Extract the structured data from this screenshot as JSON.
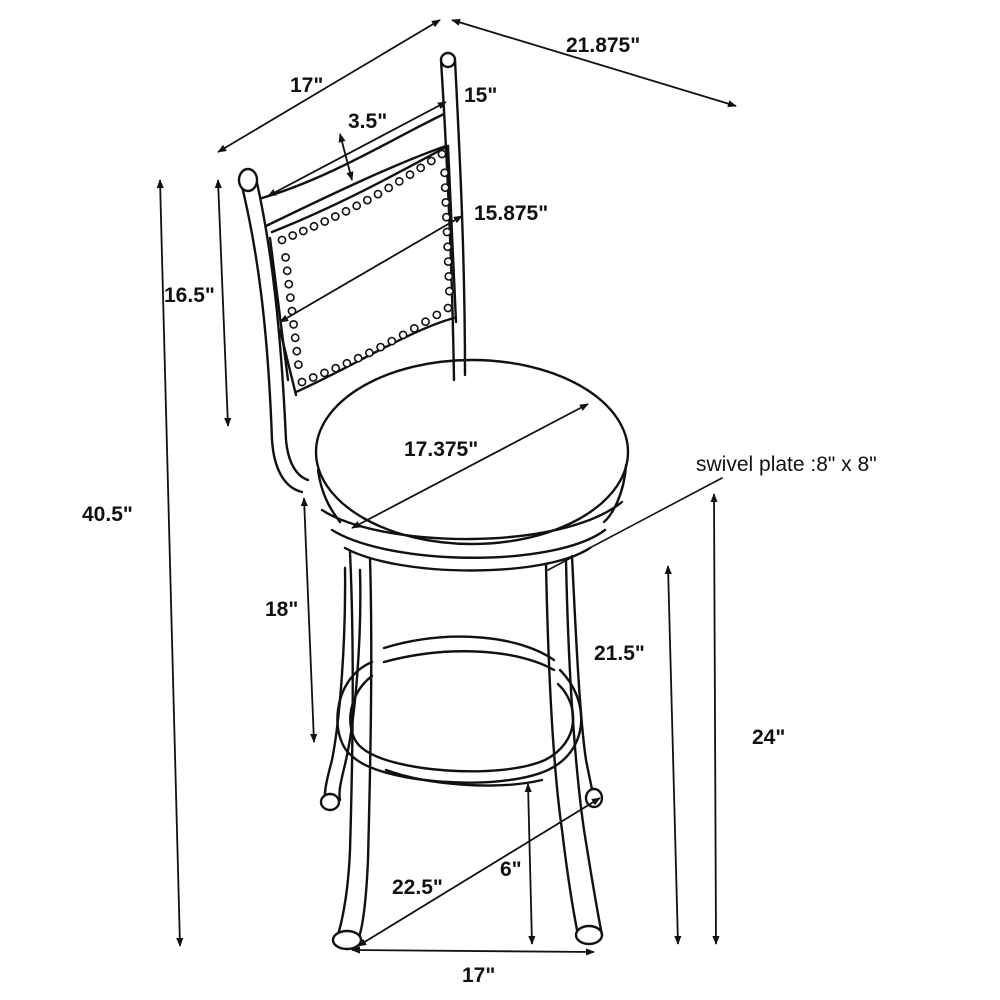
{
  "dimensions": {
    "back_depth": "17\"",
    "overall_depth": "21.875\"",
    "slat_height": "3.5\"",
    "back_width_top": "15\"",
    "back_width_lower": "15.875\"",
    "back_height": "16.5\"",
    "overall_height": "40.5\"",
    "seat_diameter": "17.375\"",
    "seat_to_back_gap": "18\"",
    "seat_height": "21.5\"",
    "overall_seat_height": "24\"",
    "footrest_height": "6\"",
    "base_diagonal": "22.5\"",
    "base_width": "17\""
  },
  "notes": {
    "swivel_plate": "swivel plate :8\" x 8\""
  }
}
